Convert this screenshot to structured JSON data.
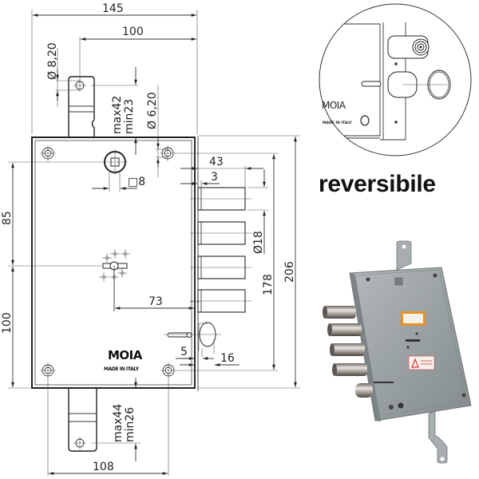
{
  "drawing": {
    "title": "Lock technical drawing",
    "dimensions": {
      "overall_width": "145",
      "backset_width": "100",
      "hole_dia_top": "Ø 8,20",
      "hole_dia_screw": "Ø 6,20",
      "top_strike": {
        "max": "max42",
        "min": "min23"
      },
      "bottom_strike": {
        "max": "max44",
        "min": "min26"
      },
      "square_spindle": "□8",
      "height_upper": "85",
      "height_lower": "100",
      "bolt_projection": "43",
      "bolt_offset": "3",
      "bolt_diameter": "Ø18",
      "inner_height": "178",
      "overall_height": "206",
      "latch_backset": "73",
      "latch_offset": "5",
      "latch_projection": "16",
      "bottom_width": "108"
    },
    "brand": "MOIA",
    "made_in": "MADE IN ITALY",
    "bolt_count": 4
  },
  "detail_view": {
    "brand": "MOIA",
    "made_in": "MADE IN ITALY",
    "caption": "reversibile"
  },
  "photo": {
    "description": "Photo of the physical mortise lock with four cylindrical bolts",
    "colors": {
      "plate": "#9aa1a3",
      "bolt": "#8a8580",
      "label_orange": "#e8912a",
      "label_warning": "#d93a2e"
    }
  }
}
